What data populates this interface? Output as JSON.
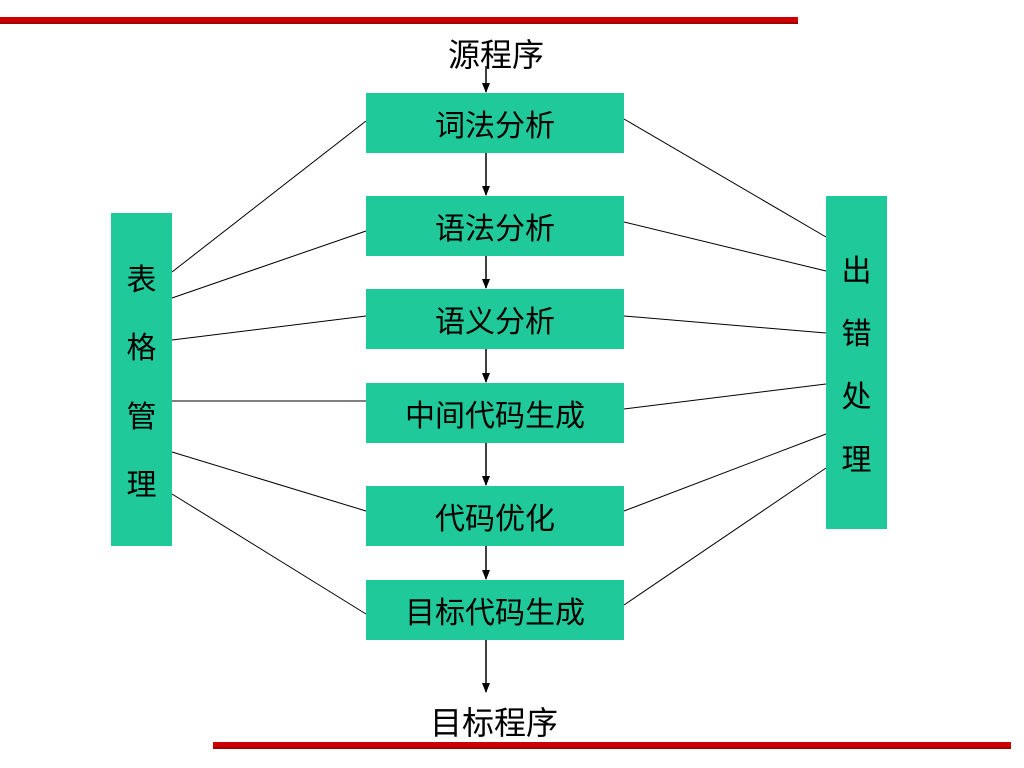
{
  "source": "源程序",
  "target": "目标程序",
  "stages": [
    "词法分析",
    "语法分析",
    "语义分析",
    "中间代码生成",
    "代码优化",
    "目标代码生成"
  ],
  "table_management": [
    "表",
    "格",
    "管",
    "理"
  ],
  "error_handling": [
    "出",
    "错",
    "处",
    "理"
  ],
  "colors": {
    "box_fill": "#1fc99a",
    "accent_line": "#cc0000"
  }
}
